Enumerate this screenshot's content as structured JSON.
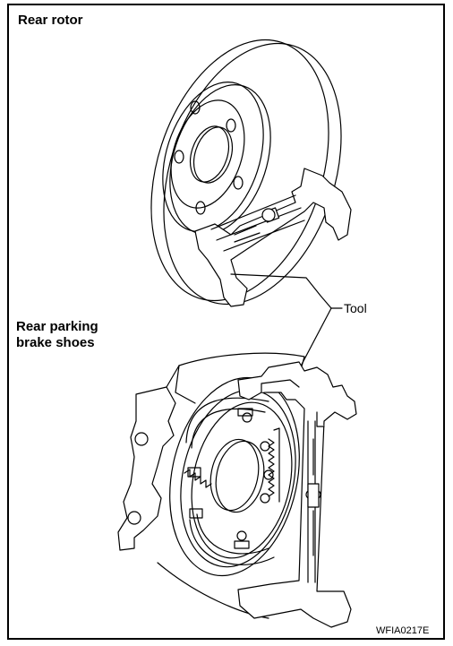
{
  "labels": {
    "rear_rotor": "Rear rotor",
    "rear_parking_line1": "Rear parking",
    "rear_parking_line2": "brake shoes",
    "tool": "Tool",
    "figure_code": "WFIA0217E"
  }
}
